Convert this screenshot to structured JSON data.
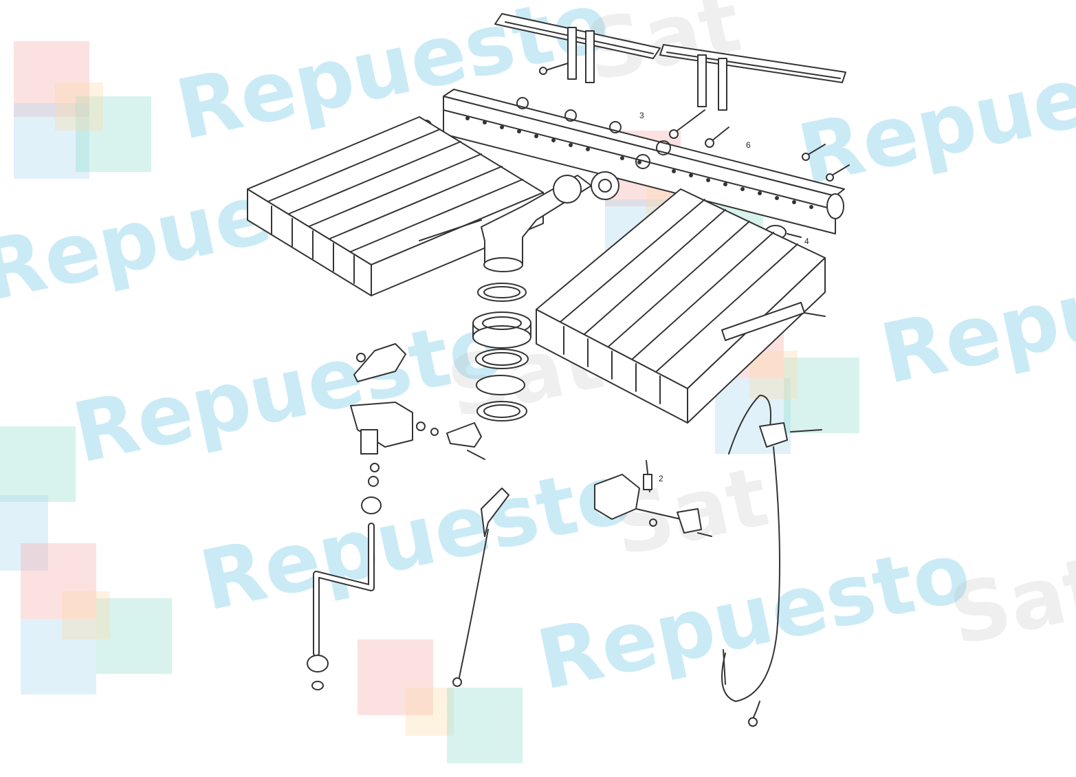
{
  "diagram": {
    "callouts": [
      {
        "id": "c2",
        "label": "2"
      },
      {
        "id": "c3",
        "label": "3"
      },
      {
        "id": "c4",
        "label": "4"
      },
      {
        "id": "c6",
        "label": "6"
      }
    ]
  },
  "watermark": {
    "word_main": "Repuesto",
    "word_sat": "Sat",
    "colors": {
      "text": "#5cc4e4",
      "sat_text": "#b8b8b8",
      "logo_red": "#f7a8a8",
      "logo_orange": "#fbd9a8",
      "logo_teal": "#8fdccb",
      "logo_blue": "#a9d6f0"
    }
  }
}
